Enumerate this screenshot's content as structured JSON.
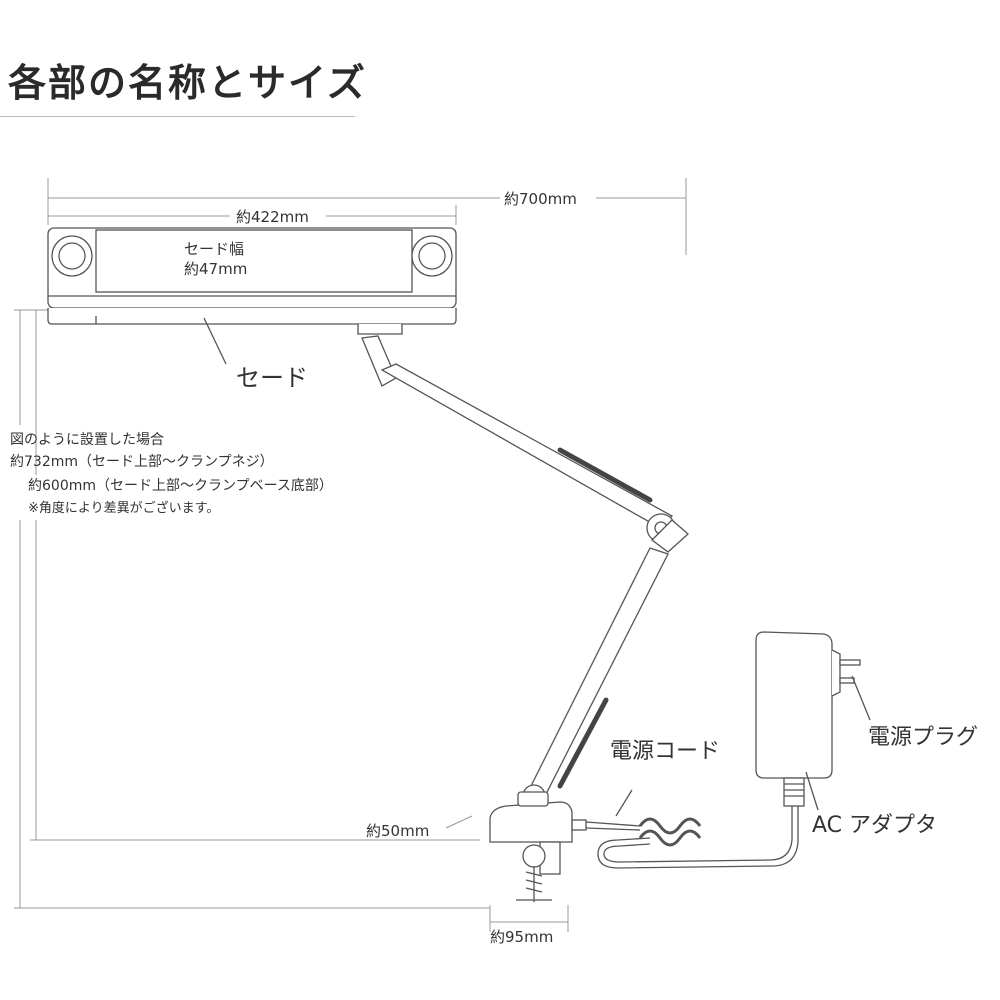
{
  "title": "各部の名称とサイズ",
  "dimensions": {
    "overall_width": "約700mm",
    "shade_length": "約422mm",
    "shade_width_label": "セード幅",
    "shade_width_value": "約47mm",
    "height_note_1": "図のように設置した場合",
    "height_note_2": "約732mm（セード上部～クランプネジ）",
    "height_note_3": "約600mm（セード上部～クランプベース底部）",
    "height_note_4": "※角度により差異がございます。",
    "base_height": "約50mm",
    "base_width": "約95mm"
  },
  "parts": {
    "shade": "セード",
    "power_cord": "電源コード",
    "power_plug": "電源プラグ",
    "ac_adapter": "AC アダプタ"
  },
  "colors": {
    "line": "#555555",
    "dim_line": "#888888",
    "stripe": "#444444"
  }
}
